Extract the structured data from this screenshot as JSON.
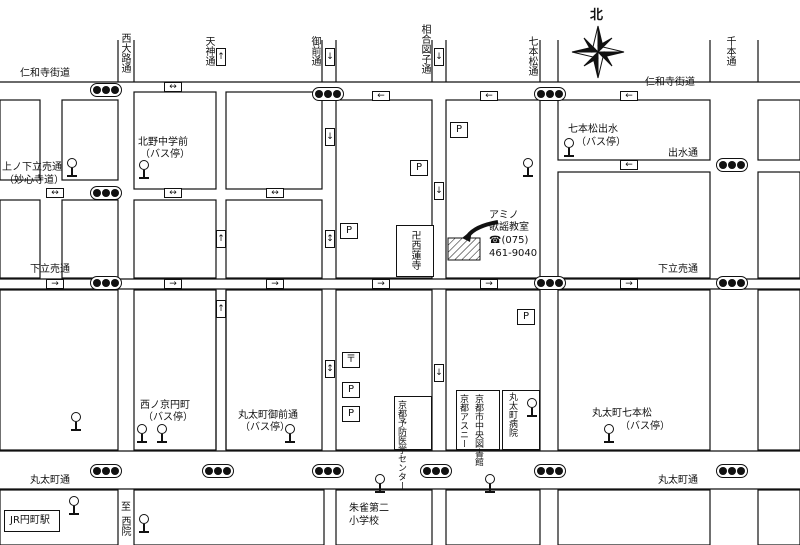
{
  "north": {
    "label": "北"
  },
  "streets": {
    "ninnaji_left": "仁和寺街道",
    "ninnaji_right": "仁和寺街道",
    "kaminoshimo": "上ノ下立売通",
    "kaminoshimo_sub": "（妙心寺道）",
    "shimodachiuri_left": "下立売通",
    "shimodachiuri_right": "下立売通",
    "demizu": "出水通",
    "marutamachi_left": "丸太町通",
    "marutamachi_right": "丸太町通",
    "nishioji": "西大路通",
    "tenjin": "天神通",
    "onmae": "御前通",
    "aimachizushi": "相合図子通",
    "shichihonmatsu": "七本松通",
    "senbon": "千本通",
    "nishiin_to": "至",
    "nishiin": "西院"
  },
  "bus_stops": {
    "kitano_chugaku": "北野中学前",
    "kitano_chugaku_sub": "（バス停）",
    "shichihonmatsu_demizu": "七本松出水",
    "shichihonmatsu_demizu_sub": "（バス停）",
    "nishinokyo_enmachi": "西ノ京円町",
    "nishinokyo_enmachi_sub": "（バス停）",
    "marutamachi_onmae": "丸太町御前通",
    "marutamachi_onmae_sub": "（バス停）",
    "marutamachi_shichihonmatsu": "丸太町七本松",
    "marutamachi_shichihonmatsu_sub": "（バス停）"
  },
  "places": {
    "temple": "卍西蓮寺",
    "amino_1": "アミノ",
    "amino_2": "歌謡教室",
    "tel_1": "☎(075)",
    "tel_2": "461-9040",
    "yobo": "京都予防医学センター",
    "library": "京都市中央図書館",
    "ascii": "京都アスニー",
    "hospital": "丸太町病院",
    "school_1": "朱雀第二",
    "school_2": "小学校",
    "jr_station": "JR円町駅",
    "parking": "P",
    "post": "〒"
  },
  "colors": {
    "line": "#111111",
    "background": "#ffffff"
  }
}
